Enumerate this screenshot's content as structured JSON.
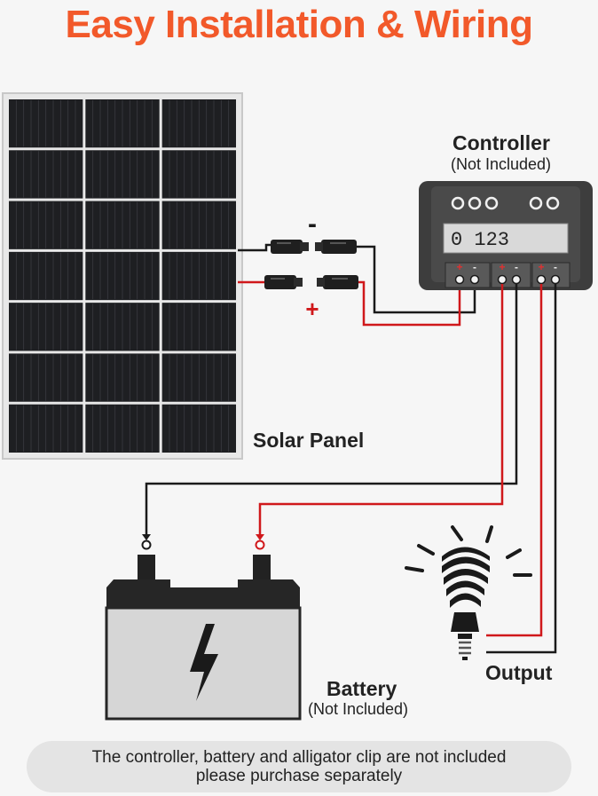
{
  "title": "Easy Installation & Wiring",
  "solar_panel": {
    "label": "Solar Panel",
    "cell_rows": 7,
    "cell_cols": 3
  },
  "connectors": {
    "negative_sign": "-",
    "positive_sign": "+"
  },
  "controller": {
    "label": "Controller",
    "sublabel": "(Not Included)",
    "display": "0 123",
    "terminal_signs": [
      "+",
      "-",
      "+",
      "-",
      "+",
      "-"
    ]
  },
  "battery": {
    "label": "Battery",
    "sublabel": "(Not Included)"
  },
  "output": {
    "label": "Output"
  },
  "note": {
    "line1": "The controller, battery and alligator clip are not included",
    "line2": "please purchase separately"
  },
  "colors": {
    "title": "#f2592a",
    "positive_wire": "#d0181b",
    "negative_wire": "#1a1a1a",
    "controller_body": "#3d3d3d",
    "battery_body": "#d6d6d6"
  }
}
